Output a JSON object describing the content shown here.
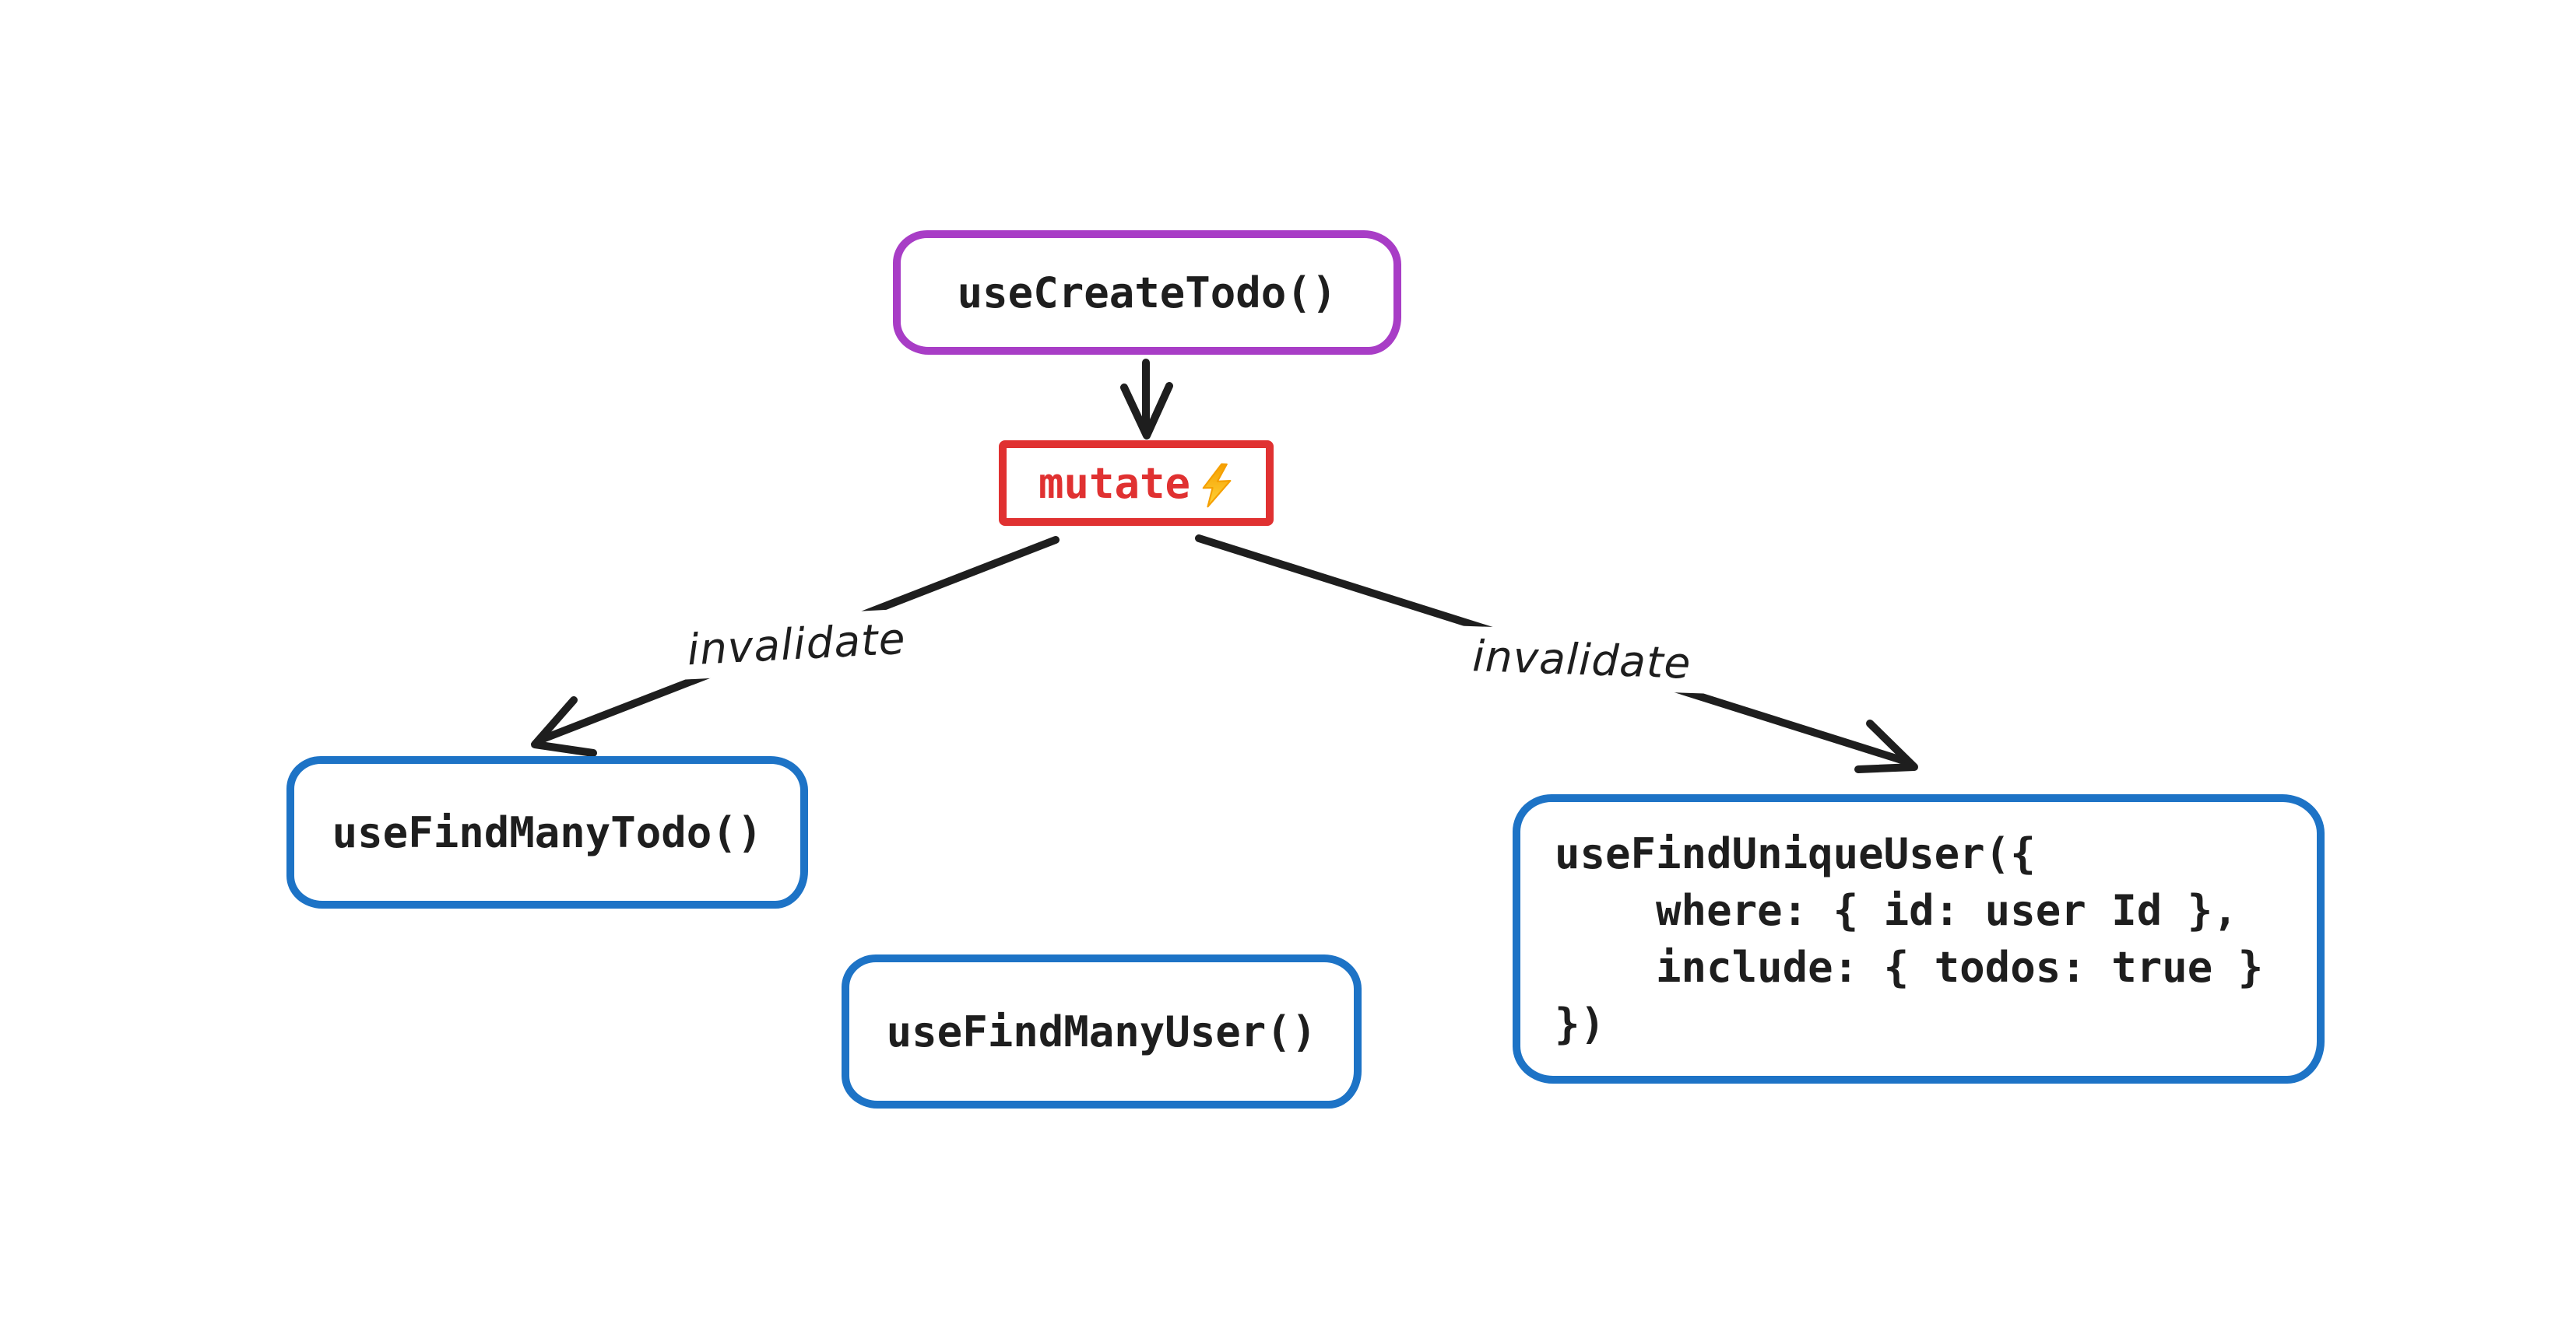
{
  "diagram": {
    "type": "flow-diagram",
    "nodes": {
      "use_create_todo": {
        "label": "useCreateTodo()",
        "border_color": "#a83dc6"
      },
      "mutate": {
        "label": "mutate",
        "icon": "lightning-bolt",
        "text_color": "#e03131",
        "border_color": "#e03131"
      },
      "use_find_many_todo": {
        "label": "useFindManyTodo()",
        "border_color": "#1d73c6"
      },
      "use_find_many_user": {
        "label": "useFindManyUser()",
        "border_color": "#1d73c6"
      },
      "use_find_unique_user": {
        "border_color": "#1d73c6",
        "code_lines": [
          "useFindUniqueUser({",
          "    where: { id: user Id },",
          "    include: { todos: true }",
          "})"
        ]
      }
    },
    "edge_labels": {
      "left": "invalidate",
      "right": "invalidate"
    },
    "colors": {
      "stroke": "#1e1e1e",
      "violet": "#a83dc6",
      "red": "#e03131",
      "blue": "#1d73c6",
      "bolt_yellow": "#ffd43b",
      "bolt_orange": "#f59f00",
      "background": "#ffffff"
    }
  }
}
